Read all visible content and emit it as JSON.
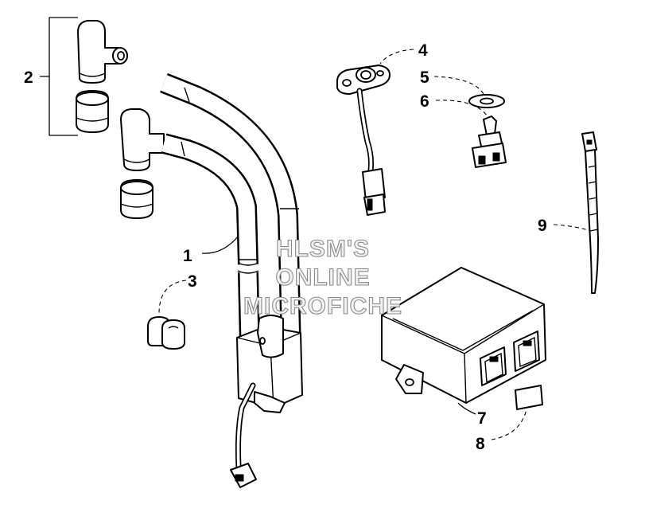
{
  "callouts": [
    "1",
    "2",
    "3",
    "4",
    "5",
    "6",
    "7",
    "8",
    "9"
  ],
  "watermark": {
    "line1": "HLSM'S",
    "line2": "ONLINE",
    "line3": "MICROFICHE"
  }
}
